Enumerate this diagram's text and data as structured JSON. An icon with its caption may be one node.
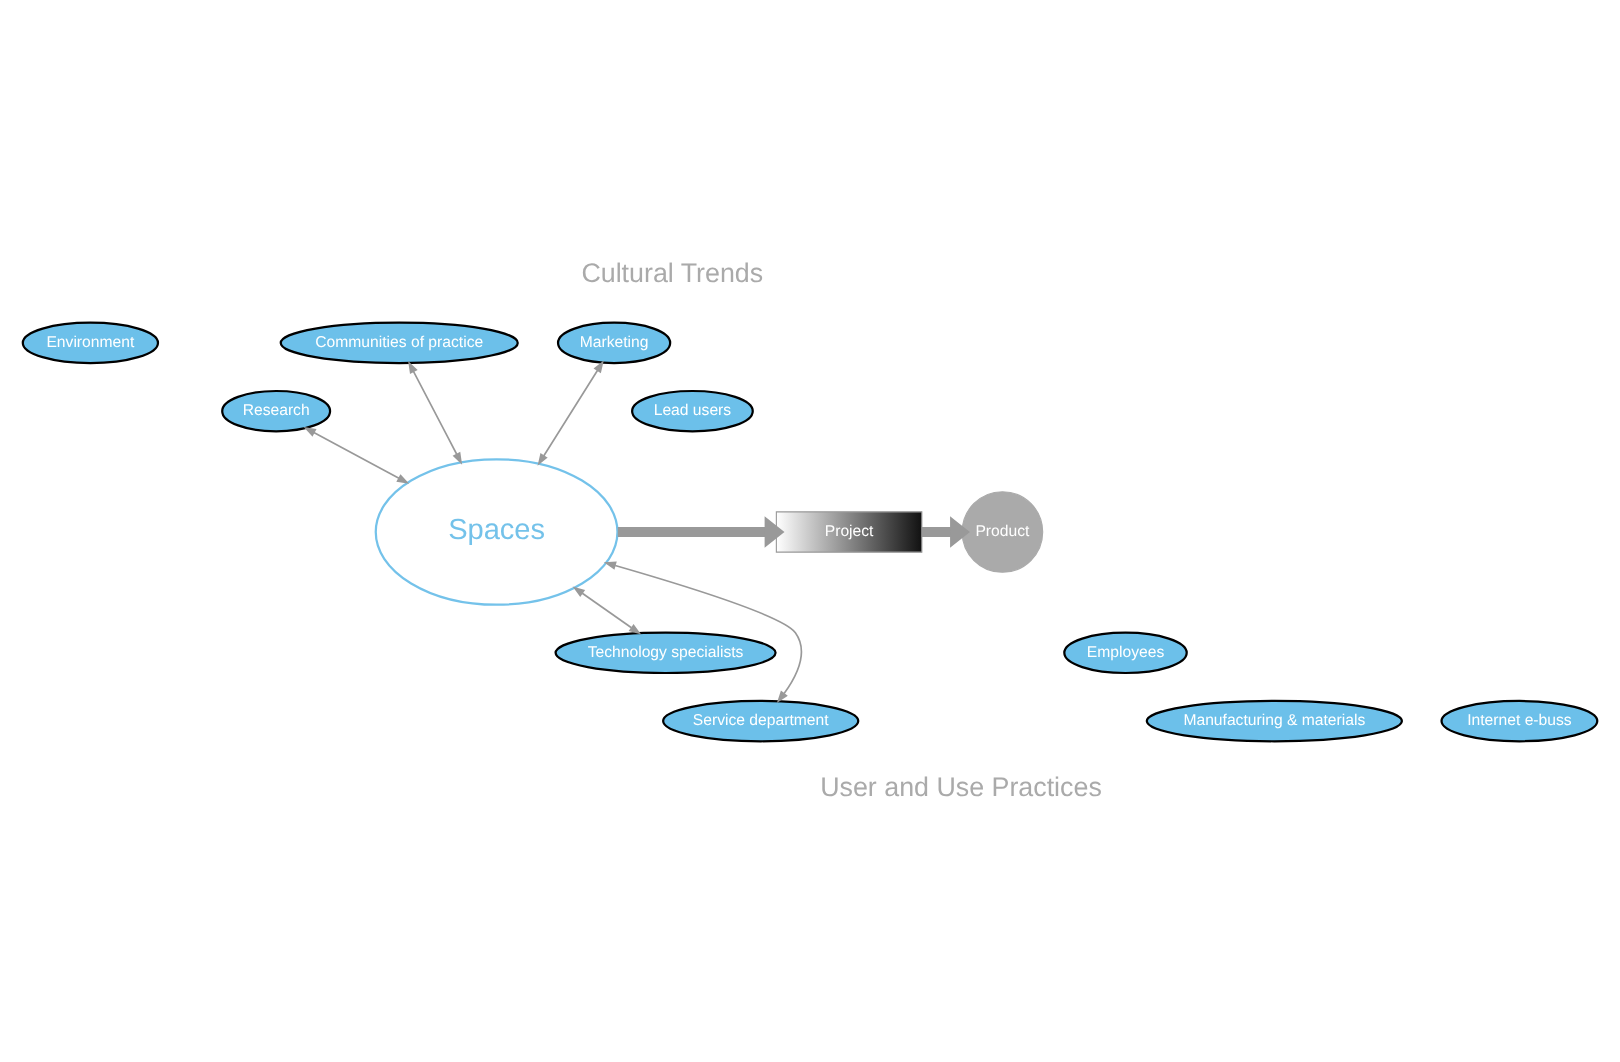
{
  "diagram": {
    "nodes": [
      {
        "text": [
          "Communities of practice"
        ]
      },
      {
        "text": [
          "Environment"
        ]
      },
      {
        "text": [
          "Marketing"
        ]
      },
      {
        "text": [
          "Research"
        ]
      },
      {
        "text": [
          "Lead users"
        ]
      },
      {
        "text": [
          "Spaces"
        ]
      },
      {
        "text": [
          "Project"
        ]
      },
      {
        "text": [
          "Product"
        ]
      },
      {
        "text": [
          "Technology specialists"
        ]
      },
      {
        "text": [
          "Employees"
        ]
      },
      {
        "text": [
          "Manufacturing & materials"
        ]
      },
      {
        "text": [
          "Internet e-buss"
        ]
      },
      {
        "text": [
          "Service department"
        ]
      }
    ],
    "edges": [
      {
        "from": 0,
        "to": 5,
        "arrow": "both"
      },
      {
        "from": 2,
        "to": 5,
        "arrow": "both"
      },
      {
        "from": 3,
        "to": 5,
        "arrow": "both"
      },
      {
        "from": 8,
        "to": 5,
        "arrow": "both"
      },
      {
        "from": 12,
        "to": 5,
        "arrow": "both"
      },
      {
        "from": 5,
        "to": 6,
        "arrow": "to",
        "style": "thick"
      },
      {
        "from": 6,
        "to": 7,
        "arrow": "to",
        "style": "thick"
      }
    ],
    "labels": [
      "Cultural Trends",
      "User and Use Practices"
    ]
  }
}
